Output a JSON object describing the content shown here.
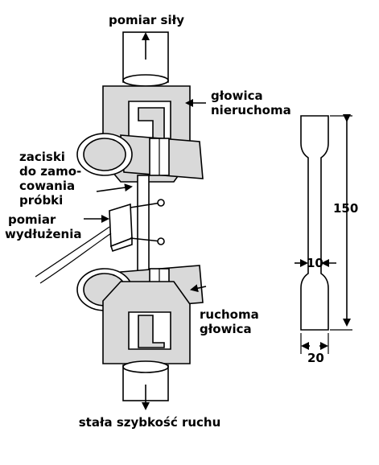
{
  "labels": {
    "force_measurement": "pomiar siły",
    "fixed_head_line1": "głowica",
    "fixed_head_line2": "nieruchoma",
    "clamps_line1": "zaciski",
    "clamps_line2": "do zamo-",
    "clamps_line3": "cowania",
    "clamps_line4": "próbki",
    "elongation_line1": "pomiar",
    "elongation_line2": "wydłużenia",
    "moving_head_line1": "ruchoma",
    "moving_head_line2": "głowica",
    "constant_speed": "stała szybkość ruchu"
  },
  "specimen_dimensions": {
    "length": "150",
    "gauge_width": "10",
    "grip_width": "20"
  },
  "colors": {
    "head_fill": "#d9d9d9",
    "outline": "#000000",
    "background": "#ffffff"
  }
}
